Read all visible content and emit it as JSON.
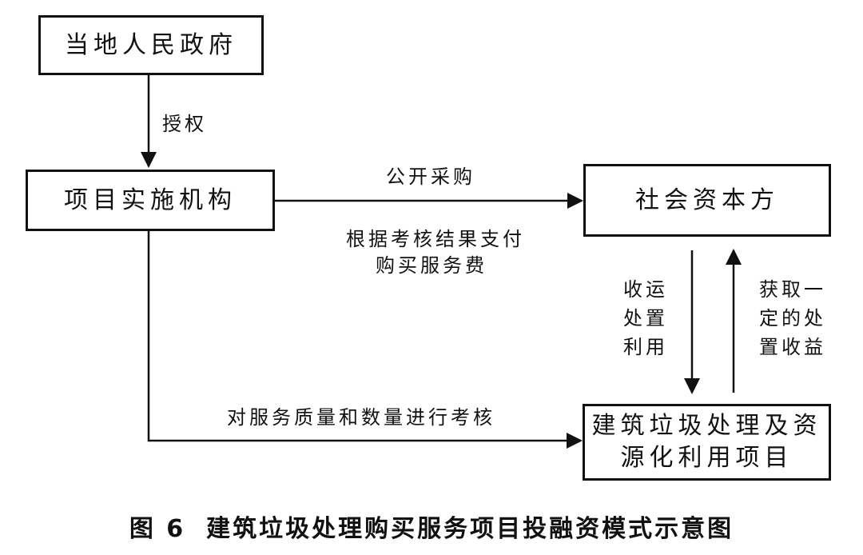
{
  "nodes": {
    "government": "当地人民政府",
    "implementing_agency": "项目实施机构",
    "social_capital": "社会资本方",
    "project_line1": "建筑垃圾处理及资",
    "project_line2": "源化利用项目"
  },
  "edges": {
    "authorize": "授权",
    "public_procurement": "公开采购",
    "payment_line1": "根据考核结果支付",
    "payment_line2": "购买服务费",
    "assessment": "对服务质量和数量进行考核",
    "collect_dispose": "收运处置利用",
    "obtain_income": "获取一定的处置收益"
  },
  "caption": {
    "number": "图 6",
    "title": "建筑垃圾处理购买服务项目投融资模式示意图"
  }
}
